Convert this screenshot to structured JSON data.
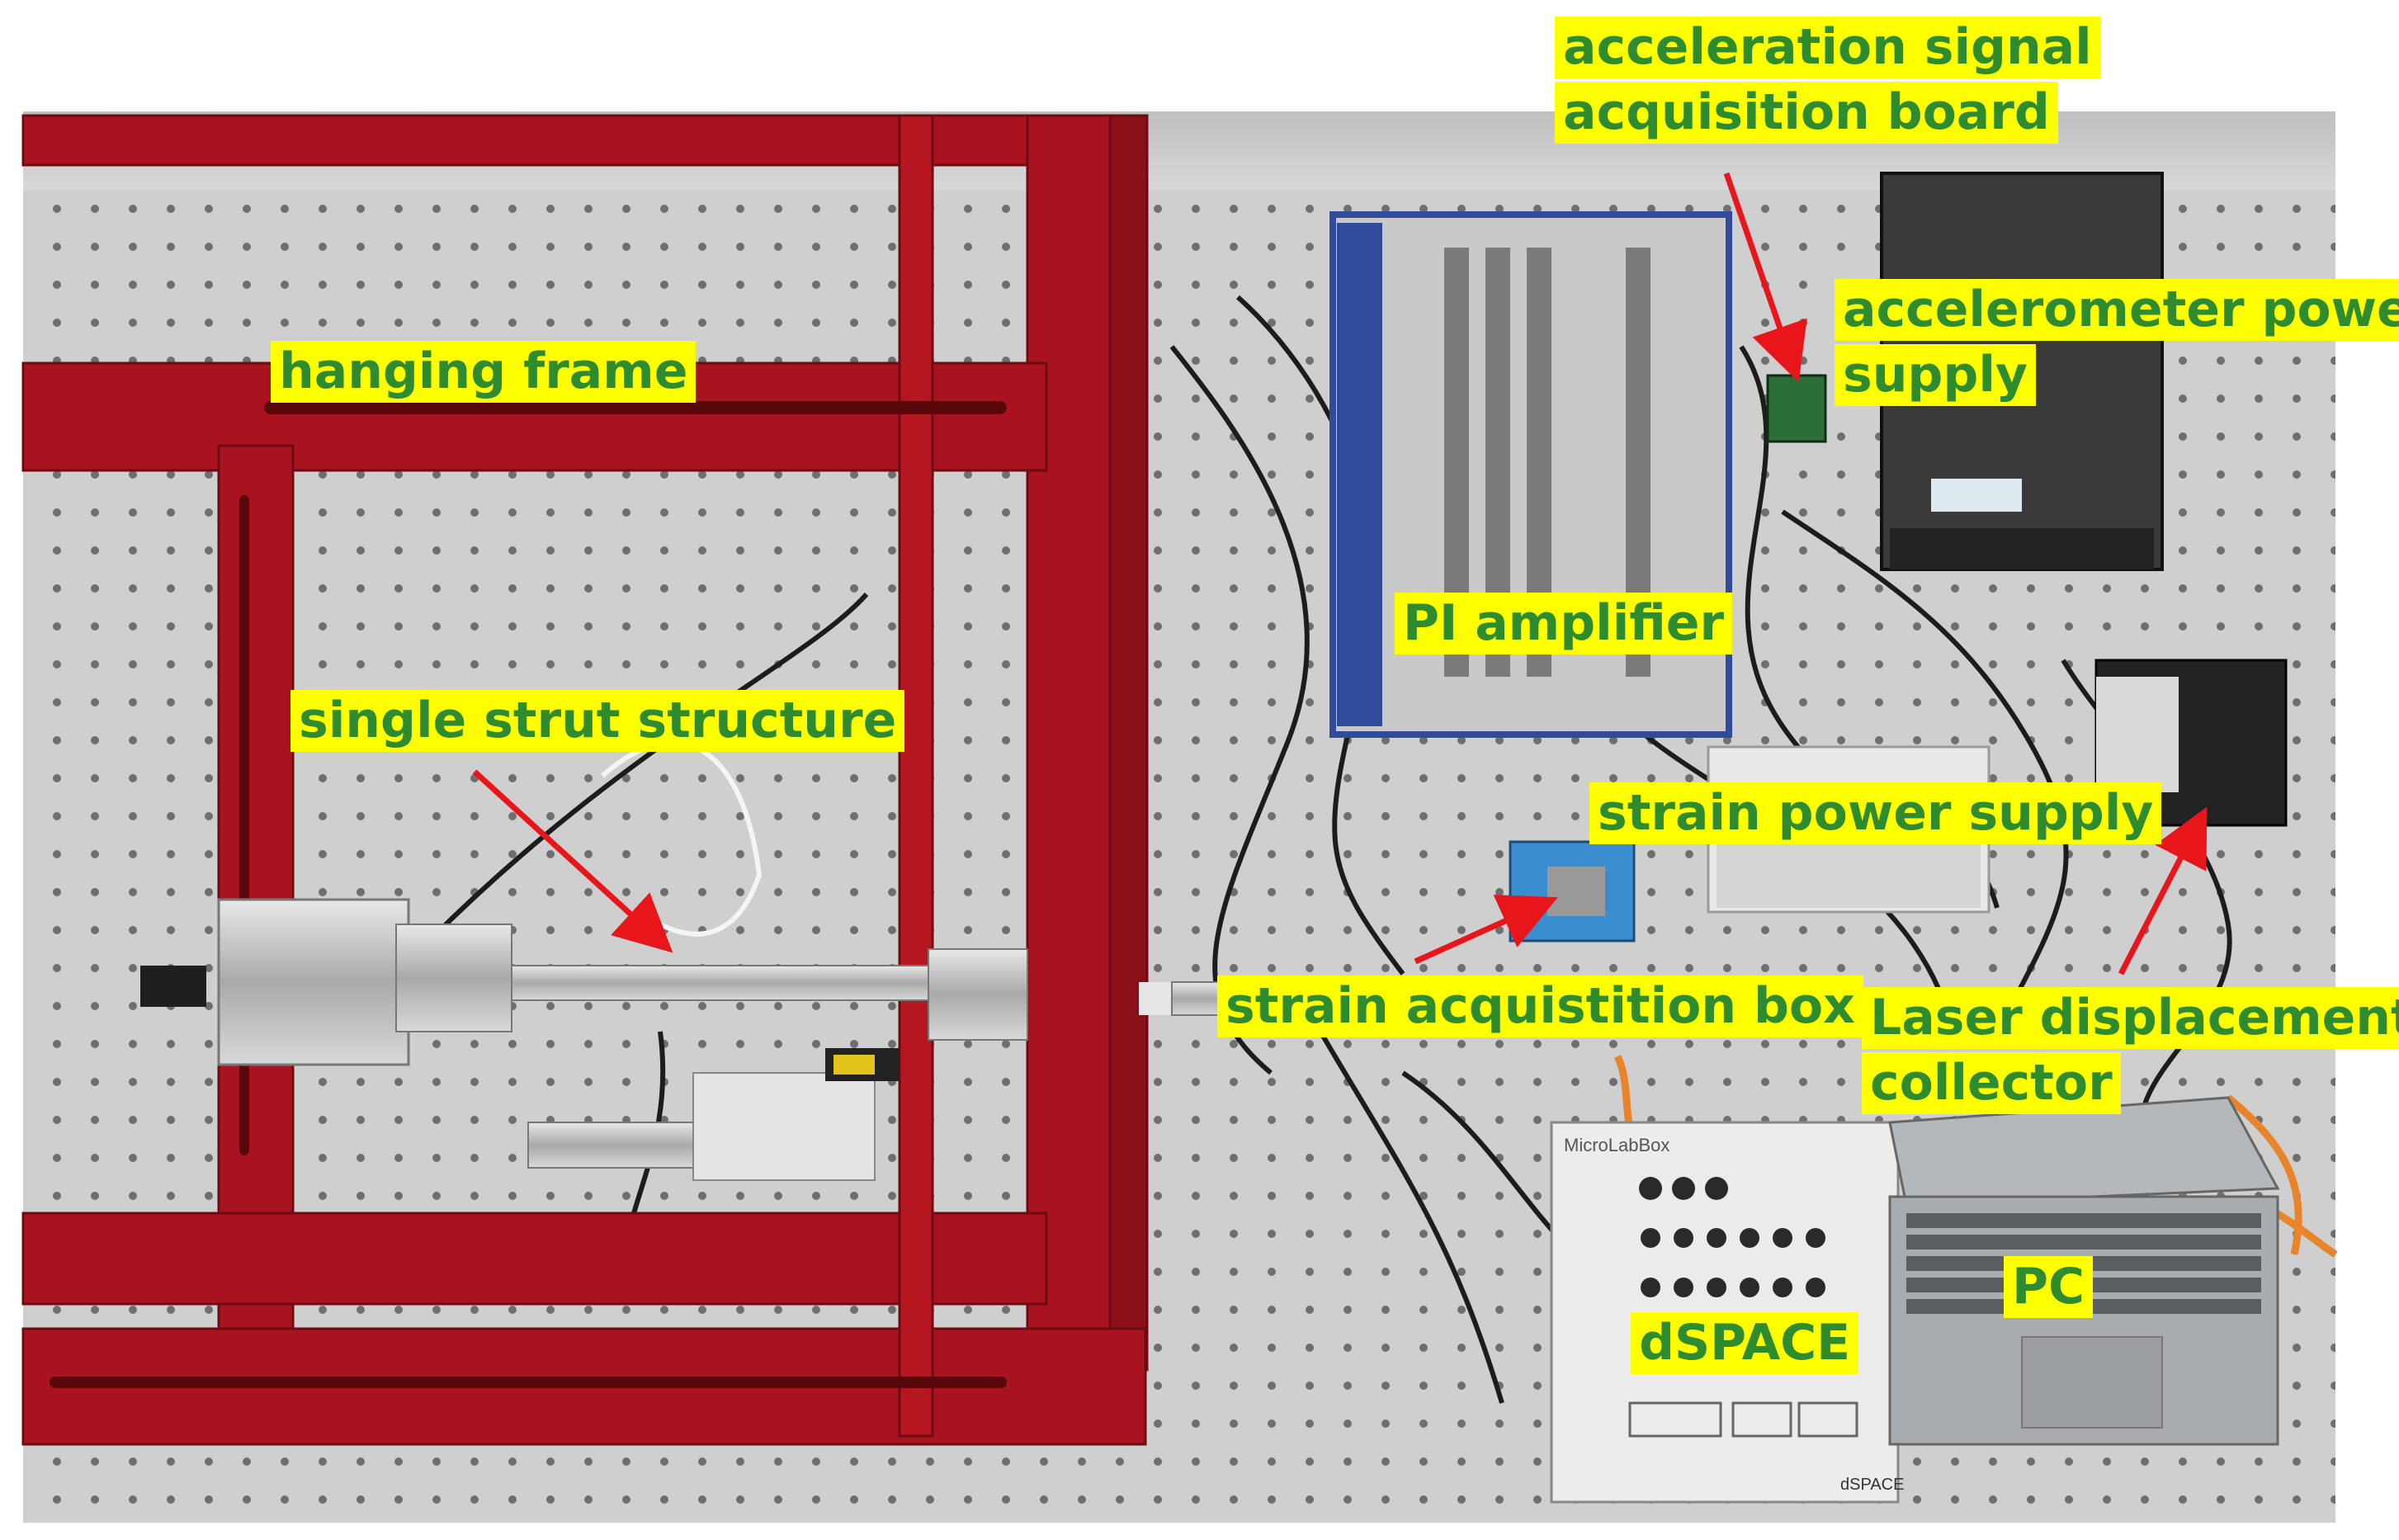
{
  "labels": {
    "hanging_frame": "hanging frame",
    "single_strut_structure": "single strut structure",
    "acceleration_board_line1": "acceleration signal",
    "acceleration_board_line2": "acquisition board",
    "accelerometer_power_line1": "accelerometer power",
    "accelerometer_power_line2": "supply",
    "pi_amplifier": "PI amplifier",
    "strain_power_supply": "strain power supply",
    "strain_acquisition_box": "strain acquistition box",
    "laser_collector_line1": "Laser displacement",
    "laser_collector_line2": "collector",
    "dspace": "dSPACE",
    "pc": "PC",
    "dspace_panel_brand": "MicroLabBox",
    "dspace_panel_logo": "dSPACE"
  },
  "colors": {
    "label_background": "#ffff00",
    "label_text": "#2e8b2e",
    "arrow": "#e8161b",
    "frame": "#a8131f",
    "table": "#cfcfcf"
  }
}
